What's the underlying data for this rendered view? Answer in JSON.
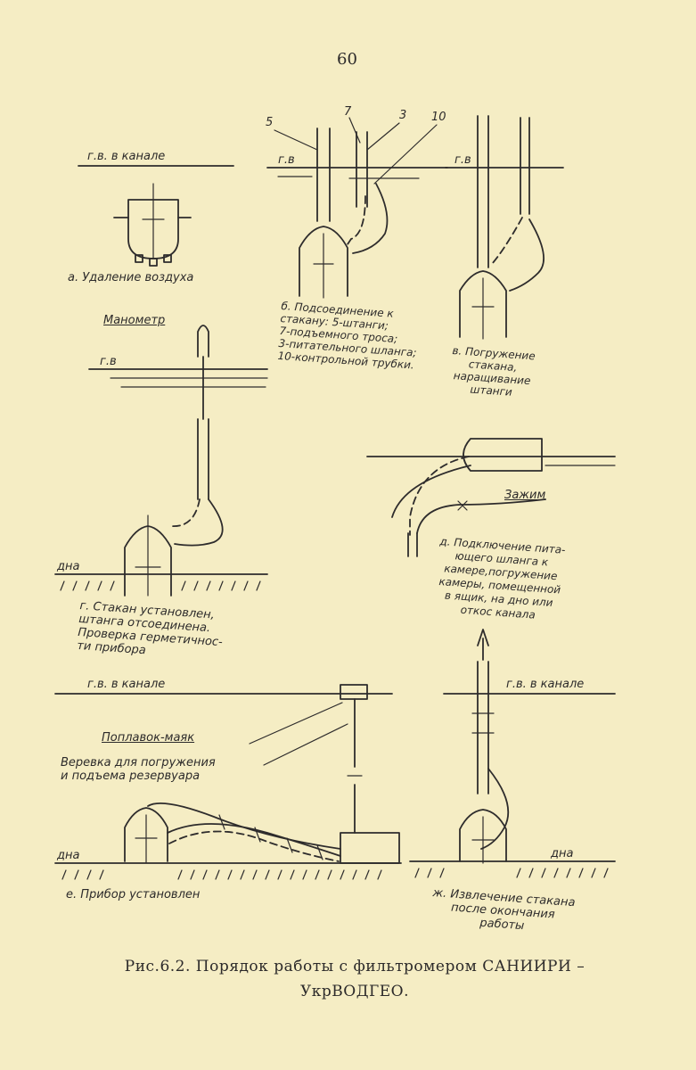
{
  "page_number": "60",
  "caption": {
    "line1": "Рис.6.2. Порядок работы с фильтромером САНИИРИ –",
    "line2": "УкрВОДГЕО."
  },
  "water_level": {
    "in_channel": "г.в. в канале",
    "short": "г.в",
    "short_dot": "г.в."
  },
  "bottom_level": "дна",
  "callout_numbers": [
    "5",
    "7",
    "3",
    "10"
  ],
  "steps": {
    "a": "а. Удаление воздуха",
    "b": [
      "б. Подсоединение к",
      "стакану: 5-штанги;",
      "7-подъемного троса;",
      "3-питательного шланга;",
      "10-контрольной трубки."
    ],
    "v": [
      "в. Погружение",
      "стакана,",
      "наращивание",
      "штанги"
    ],
    "g": [
      "г. Стакан установлен,",
      "штанга отсоединена.",
      "Проверка герметичнос-",
      "ти прибора"
    ],
    "d": [
      "д. Подключение пита-",
      "ющего шланга к",
      "камере,погружение",
      "камеры, помещенной",
      "в ящик, на дно или",
      "откос канала"
    ],
    "e": "е. Прибор установлен",
    "zh": [
      "ж. Извлечение стакана",
      "после окончания",
      "работы"
    ]
  },
  "labels": {
    "manometer": "Манометр",
    "clamp": "Зажим",
    "buoy": "Поплавок-маяк",
    "rope": [
      "Веревка для погружения",
      "и подъема резервуара"
    ]
  }
}
